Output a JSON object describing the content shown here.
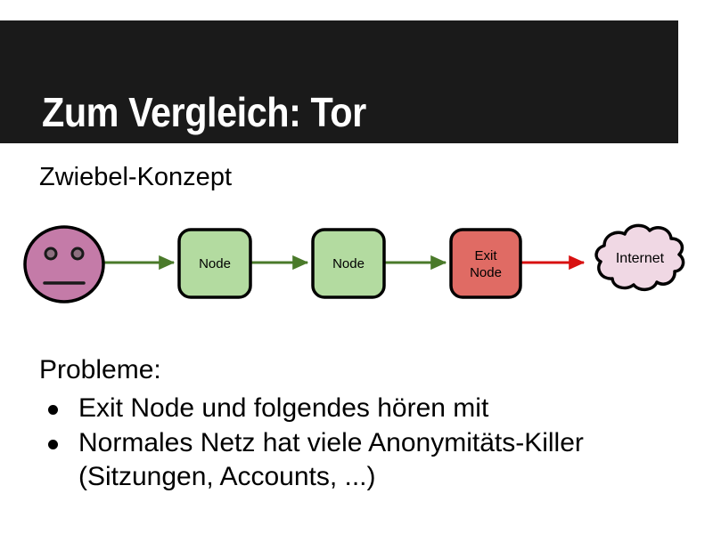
{
  "slide": {
    "title": "Zum Vergleich: Tor",
    "subtitle": "Zwiebel-Konzept",
    "background_color": "#ffffff",
    "title_bar_color": "#1a1a1a",
    "title_text_color": "#ffffff"
  },
  "diagram": {
    "name": "tor-onion-routing-diagram",
    "user": {
      "label": "",
      "icon": "smiley-face-icon",
      "fill_color": "#c47ba8",
      "stroke_color": "#000000"
    },
    "nodes": [
      {
        "label": "Node",
        "fill_color": "#b3dba0",
        "stroke_color": "#000000"
      },
      {
        "label": "Node",
        "fill_color": "#b3dba0",
        "stroke_color": "#000000"
      },
      {
        "label_line1": "Exit",
        "label_line2": "Node",
        "fill_color": "#e06b64",
        "stroke_color": "#000000"
      }
    ],
    "destination": {
      "label": "Internet",
      "icon": "cloud-icon",
      "fill_color": "#f0d8e4",
      "stroke_color": "#000000"
    },
    "arrows": {
      "encrypted_color": "#4a7a2a",
      "plaintext_color": "#d81010"
    }
  },
  "problems": {
    "heading": "Probleme:",
    "items": [
      {
        "lines": [
          "Exit Node und folgendes hören mit"
        ]
      },
      {
        "lines": [
          "Normales Netz hat viele Anonymitäts-Killer",
          "(Sitzungen, Accounts, ...)"
        ]
      }
    ]
  }
}
